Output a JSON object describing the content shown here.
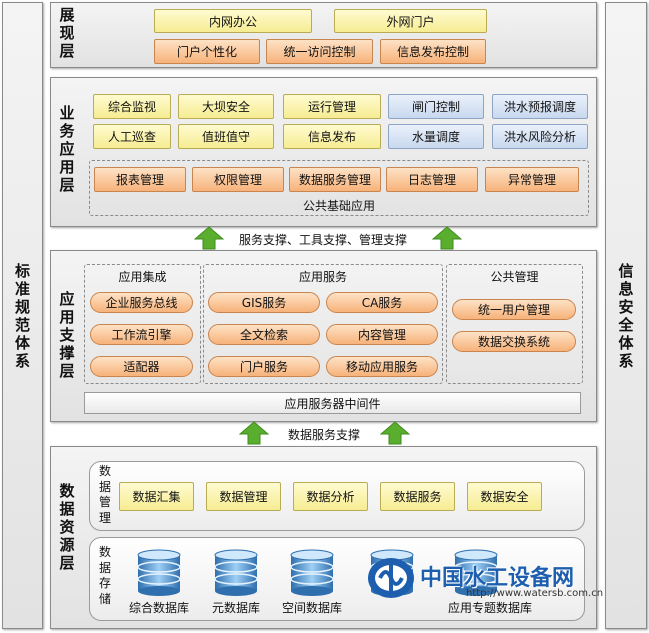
{
  "side": {
    "left_title": "标准规范体系",
    "right_title": "信息安全体系"
  },
  "presentation": {
    "title": "展现层",
    "row1": [
      "内网办公",
      "外网门户"
    ],
    "row2": [
      "门户个性化",
      "统一访问控制",
      "信息发布控制"
    ]
  },
  "business": {
    "title": "业务应用层",
    "row1": [
      "综合监视",
      "大坝安全",
      "运行管理",
      "闸门控制",
      "洪水预报调度"
    ],
    "row2": [
      "人工巡查",
      "值班值守",
      "信息发布",
      "水量调度",
      "洪水风险分析"
    ],
    "common_items": [
      "报表管理",
      "权限管理",
      "数据服务管理",
      "日志管理",
      "异常管理"
    ],
    "common_label": "公共基础应用"
  },
  "arrow_upper_label": "服务支撑、工具支撑、管理支撑",
  "support": {
    "title": "应用支撑层",
    "integration_title": "应用集成",
    "integration_items": [
      "企业服务总线",
      "工作流引擎",
      "适配器"
    ],
    "services_title": "应用服务",
    "services_items": [
      "GIS服务",
      "CA服务",
      "全文检索",
      "内容管理",
      "门户服务",
      "移动应用服务"
    ],
    "public_title": "公共管理",
    "public_items": [
      "统一用户管理",
      "数据交换系统"
    ],
    "middleware": "应用服务器中间件"
  },
  "arrow_lower_label": "数据服务支撑",
  "data": {
    "title": "数据资源层",
    "mgmt_label": "数据管理",
    "mgmt_items": [
      "数据汇集",
      "数据管理",
      "数据分析",
      "数据服务",
      "数据安全"
    ],
    "storage_label": "数据存储",
    "storage_items": [
      "综合数据库",
      "元数据库",
      "空间数据库",
      "",
      "应用专题数据库"
    ]
  },
  "watermark": {
    "name": "中国水工设备网",
    "url": "http://www.watersb.com.cn"
  },
  "colors": {
    "yellow": "#f6ec92",
    "orange": "#f7b27a",
    "blue": "#c8d8ee",
    "arrow": "#5aae2e",
    "db": "#3d86c6"
  }
}
